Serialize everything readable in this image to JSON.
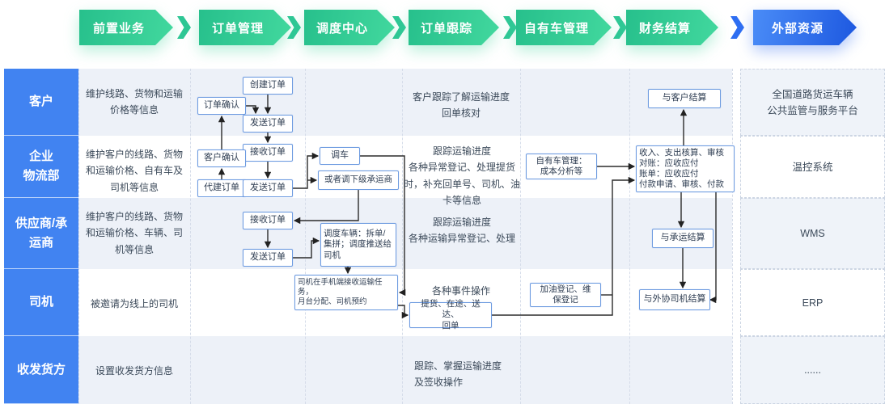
{
  "header": {
    "steps": [
      {
        "label": "前置业务",
        "color": "green"
      },
      {
        "label": "订单管理",
        "color": "green"
      },
      {
        "label": "调度中心",
        "color": "green"
      },
      {
        "label": "订单跟踪",
        "color": "green"
      },
      {
        "label": "自有车管理",
        "color": "green"
      },
      {
        "label": "财务结算",
        "color": "green"
      },
      {
        "label": "外部资源",
        "color": "blue"
      }
    ]
  },
  "colors": {
    "step_green": "#2ec794",
    "step_blue": "#2563eb",
    "lane_blue": "#4183f1",
    "stripe_light": "#edf1f8",
    "box_border": "#6d9be0"
  },
  "lanes": [
    {
      "label": "客户"
    },
    {
      "label": "企业\n物流部"
    },
    {
      "label": "供应商/承\n运商"
    },
    {
      "label": "司机"
    },
    {
      "label": "收发货方"
    }
  ],
  "prework": {
    "customer": "维护线路、货物和运输价格等信息",
    "logistics": "维护客户的线路、货物和运输价格、自有车及司机等信息",
    "carrier": "维护客户的线路、货物和运输价格、车辆、司机等信息",
    "driver": "被邀请为线上的司机",
    "consignor": "设置收发货方信息"
  },
  "tracking": {
    "customer": "客户跟踪了解运输进度\n回单核对",
    "logistics": "跟踪运输进度\n各种异常登记、处理提货时，补充回单号、司机、油卡等信息",
    "carrier": "跟踪运输进度\n各种运输异常登记、处理",
    "driver_title": "各种事件操作",
    "consignor": "跟踪、掌握运输进度\n及签收操作"
  },
  "boxes": {
    "create_order": "创建订单",
    "order_confirm": "订单确认",
    "send_order_1": "发送订单",
    "receive_order_1": "接收订单",
    "customer_confirm": "客户确认",
    "agent_create_order": "代建订单",
    "send_order_2": "发送订单",
    "dispatch_vehicle": "调车",
    "sub_carrier": "或者调下级承运商",
    "receive_order_2": "接收订单",
    "send_order_3": "发送订单",
    "dispatch_detail": "调度车辆：拆单/\n集拼；调度推送给\n司机",
    "driver_task": "司机在手机端接收运输任务，\n月台分配、司机预约",
    "driver_events": "提货、在途、送达、\n回单",
    "own_vehicle_mgmt": "自有车管理：\n成本分析等",
    "fuel_maintenance": "加油登记、维\n保登记",
    "finance_core": "收入、支出核算、审核\n对账：应收应付\n账单：应收应付\n付款申请、审核、付款",
    "settle_customer": "与客户结算",
    "settle_carrier": "与承运结算",
    "settle_driver": "与外协司机结算"
  },
  "external": {
    "rows": [
      {
        "label": "全国道路货运车辆\n公共监管与服务平台"
      },
      {
        "label": "温控系统"
      },
      {
        "label": "WMS"
      },
      {
        "label": "ERP"
      },
      {
        "label": "......"
      }
    ]
  }
}
